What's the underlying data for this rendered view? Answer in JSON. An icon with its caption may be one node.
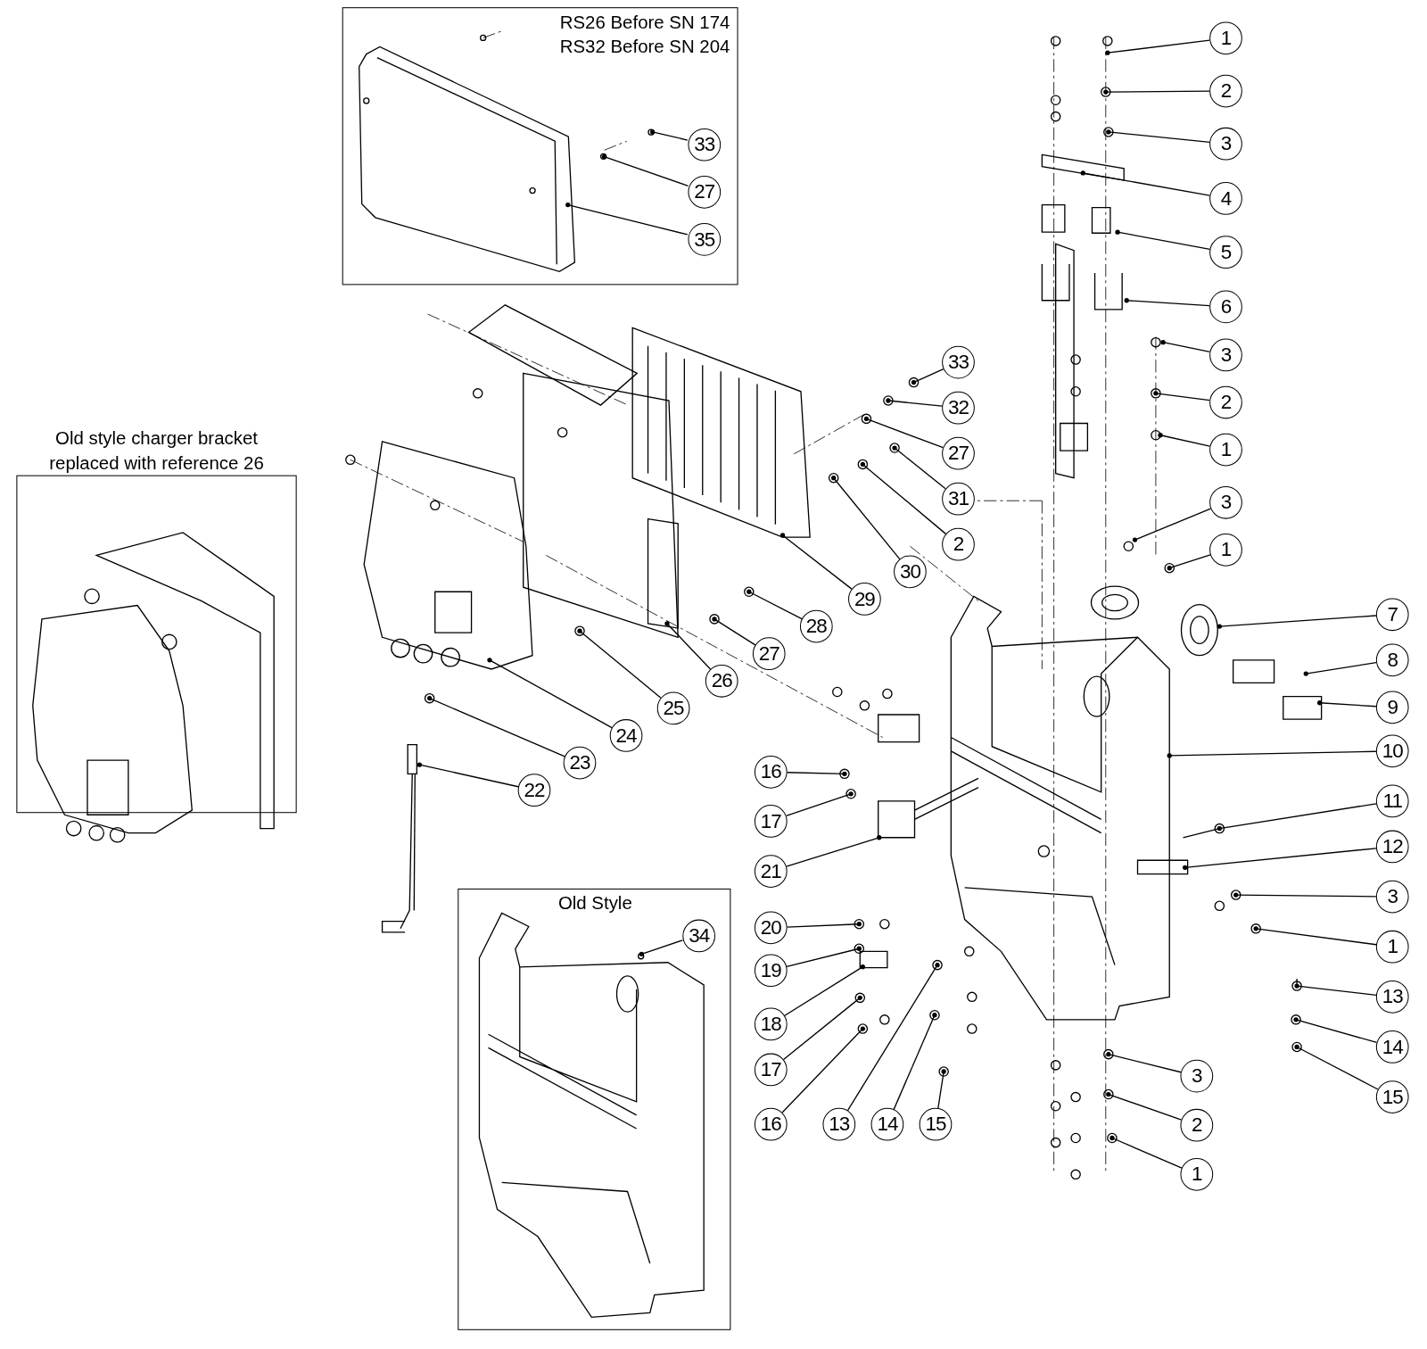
{
  "diagram": {
    "nodes": [
      {
        "text": [
          "RS26 Before SN 174",
          "RS32 Before SN 204"
        ]
      },
      {
        "text": [
          "33"
        ],
        "in": 0
      },
      {
        "text": [
          "27"
        ],
        "in": 0
      },
      {
        "text": [
          "35"
        ],
        "in": 0
      },
      {
        "text": [
          "Old style charger bracket replaced with reference 26"
        ]
      },
      {
        "text": [
          "Old Style"
        ]
      },
      {
        "text": [
          "34"
        ],
        "in": 5
      },
      {
        "text": [
          "1"
        ]
      },
      {
        "text": [
          "2"
        ]
      },
      {
        "text": [
          "3"
        ]
      },
      {
        "text": [
          "4"
        ]
      },
      {
        "text": [
          "5"
        ]
      },
      {
        "text": [
          "6"
        ]
      },
      {
        "text": [
          "3"
        ]
      },
      {
        "text": [
          "2"
        ]
      },
      {
        "text": [
          "1"
        ]
      },
      {
        "text": [
          "3"
        ]
      },
      {
        "text": [
          "1"
        ]
      },
      {
        "text": [
          "7"
        ]
      },
      {
        "text": [
          "8"
        ]
      },
      {
        "text": [
          "9"
        ]
      },
      {
        "text": [
          "10"
        ]
      },
      {
        "text": [
          "11"
        ]
      },
      {
        "text": [
          "12"
        ]
      },
      {
        "text": [
          "3"
        ]
      },
      {
        "text": [
          "1"
        ]
      },
      {
        "text": [
          "13"
        ]
      },
      {
        "text": [
          "14"
        ]
      },
      {
        "text": [
          "15"
        ]
      },
      {
        "text": [
          "3"
        ]
      },
      {
        "text": [
          "2"
        ]
      },
      {
        "text": [
          "1"
        ]
      },
      {
        "text": [
          "16"
        ]
      },
      {
        "text": [
          "17"
        ]
      },
      {
        "text": [
          "21"
        ]
      },
      {
        "text": [
          "20"
        ]
      },
      {
        "text": [
          "19"
        ]
      },
      {
        "text": [
          "18"
        ]
      },
      {
        "text": [
          "17"
        ]
      },
      {
        "text": [
          "16"
        ]
      },
      {
        "text": [
          "13"
        ]
      },
      {
        "text": [
          "14"
        ]
      },
      {
        "text": [
          "15"
        ]
      },
      {
        "text": [
          "33"
        ]
      },
      {
        "text": [
          "32"
        ]
      },
      {
        "text": [
          "27"
        ]
      },
      {
        "text": [
          "31"
        ]
      },
      {
        "text": [
          "2"
        ]
      },
      {
        "text": [
          "30"
        ]
      },
      {
        "text": [
          "29"
        ]
      },
      {
        "text": [
          "28"
        ]
      },
      {
        "text": [
          "27"
        ]
      },
      {
        "text": [
          "26"
        ]
      },
      {
        "text": [
          "25"
        ]
      },
      {
        "text": [
          "24"
        ]
      },
      {
        "text": [
          "23"
        ]
      },
      {
        "text": [
          "22"
        ]
      }
    ],
    "edges": [
      {
        "from": 1,
        "to": null,
        "arrow": "other"
      },
      {
        "from": 2,
        "to": null,
        "arrow": "other"
      },
      {
        "from": 3,
        "to": null,
        "arrow": "other"
      },
      {
        "from": 6,
        "to": null,
        "arrow": "other"
      },
      {
        "from": 7,
        "to": null,
        "arrow": "other"
      },
      {
        "from": 8,
        "to": null,
        "arrow": "other"
      },
      {
        "from": 9,
        "to": null,
        "arrow": "other"
      },
      {
        "from": 10,
        "to": null,
        "arrow": "other"
      },
      {
        "from": 11,
        "to": null,
        "arrow": "other"
      },
      {
        "from": 12,
        "to": null,
        "arrow": "other"
      },
      {
        "from": 13,
        "to": null,
        "arrow": "other"
      },
      {
        "from": 14,
        "to": null,
        "arrow": "other"
      },
      {
        "from": 15,
        "to": null,
        "arrow": "other"
      },
      {
        "from": 16,
        "to": null,
        "arrow": "other"
      },
      {
        "from": 17,
        "to": null,
        "arrow": "other"
      },
      {
        "from": 18,
        "to": null,
        "arrow": "other"
      },
      {
        "from": 19,
        "to": null,
        "arrow": "other"
      },
      {
        "from": 20,
        "to": null,
        "arrow": "other"
      },
      {
        "from": 21,
        "to": null,
        "arrow": "other"
      },
      {
        "from": 22,
        "to": null,
        "arrow": "other"
      },
      {
        "from": 23,
        "to": null,
        "arrow": "other"
      },
      {
        "from": 24,
        "to": null,
        "arrow": "other"
      },
      {
        "from": 25,
        "to": null,
        "arrow": "other"
      },
      {
        "from": 26,
        "to": null,
        "arrow": "other"
      },
      {
        "from": 27,
        "to": null,
        "arrow": "other"
      },
      {
        "from": 28,
        "to": null,
        "arrow": "other"
      },
      {
        "from": 29,
        "to": null,
        "arrow": "other"
      },
      {
        "from": 30,
        "to": null,
        "arrow": "other"
      },
      {
        "from": 31,
        "to": null,
        "arrow": "other"
      },
      {
        "from": 32,
        "to": null,
        "arrow": "other"
      },
      {
        "from": 33,
        "to": null,
        "arrow": "other"
      },
      {
        "from": 34,
        "to": null,
        "arrow": "other"
      },
      {
        "from": 35,
        "to": null,
        "arrow": "other"
      },
      {
        "from": 36,
        "to": null,
        "arrow": "other"
      },
      {
        "from": 37,
        "to": null,
        "arrow": "other"
      },
      {
        "from": 38,
        "to": null,
        "arrow": "other"
      },
      {
        "from": 39,
        "to": null,
        "arrow": "other"
      },
      {
        "from": 40,
        "to": null,
        "arrow": "other"
      },
      {
        "from": 41,
        "to": null,
        "arrow": "other"
      },
      {
        "from": 42,
        "to": null,
        "arrow": "other"
      },
      {
        "from": 43,
        "to": null,
        "arrow": "other"
      },
      {
        "from": 44,
        "to": null,
        "arrow": "other"
      },
      {
        "from": 45,
        "to": null,
        "arrow": "other"
      },
      {
        "from": 46,
        "to": null,
        "arrow": "other"
      },
      {
        "from": 47,
        "to": null,
        "arrow": "other"
      },
      {
        "from": 48,
        "to": null,
        "arrow": "other"
      },
      {
        "from": 49,
        "to": null,
        "arrow": "other"
      },
      {
        "from": 50,
        "to": null,
        "arrow": "other"
      },
      {
        "from": 51,
        "to": null,
        "arrow": "other"
      },
      {
        "from": 52,
        "to": null,
        "arrow": "other"
      },
      {
        "from": 53,
        "to": null,
        "arrow": "other"
      },
      {
        "from": 54,
        "to": null,
        "arrow": "other"
      },
      {
        "from": 55,
        "to": null,
        "arrow": "other"
      },
      {
        "from": 56,
        "to": null,
        "arrow": "other"
      }
    ]
  }
}
